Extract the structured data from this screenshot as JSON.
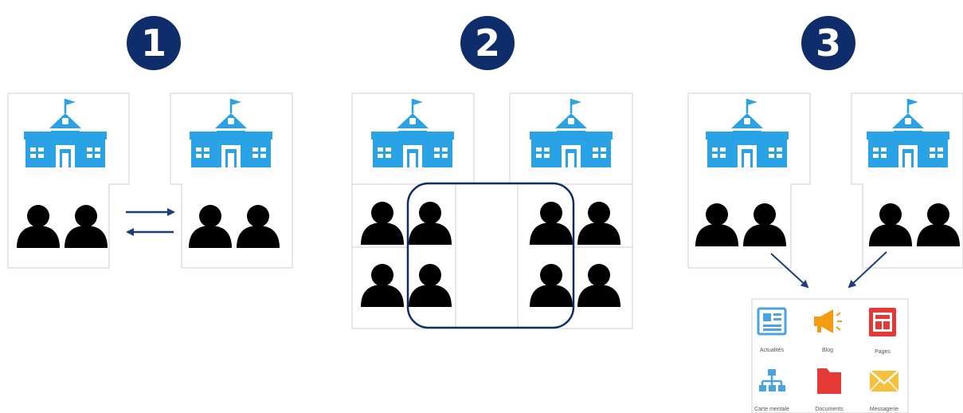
{
  "scenarios": [
    {
      "number": "1"
    },
    {
      "number": "2"
    },
    {
      "number": "3"
    }
  ],
  "apps": [
    {
      "label": "Actualités",
      "icon": "newspaper-icon"
    },
    {
      "label": "Blog",
      "icon": "megaphone-icon"
    },
    {
      "label": "Pages",
      "icon": "page-layout-icon"
    },
    {
      "label": "Carte mentale",
      "icon": "sitemap-icon"
    },
    {
      "label": "Documents",
      "icon": "folder-icon"
    },
    {
      "label": "Messagerie",
      "icon": "envelope-icon"
    }
  ],
  "colors": {
    "badge": "#0f2d6b",
    "school": "#29a3e6",
    "arrow": "#1f3c7d",
    "people": "#000000",
    "card_border": "#cfcfcf",
    "blog": "#f39c12",
    "red": "#e53935",
    "mail": "#f6c03b"
  }
}
